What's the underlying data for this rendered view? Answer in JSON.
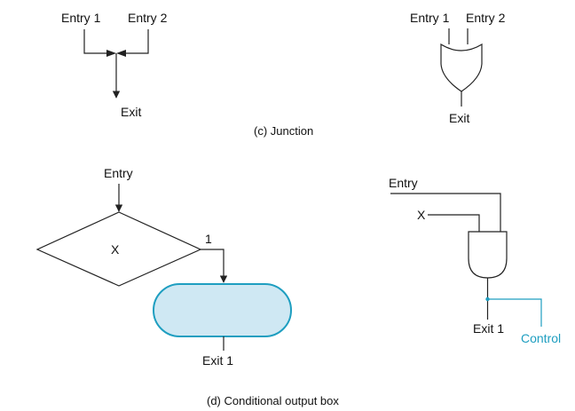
{
  "junction": {
    "flow_entry1": "Entry 1",
    "flow_entry2": "Entry 2",
    "flow_exit": "Exit",
    "gate_entry1": "Entry 1",
    "gate_entry2": "Entry 2",
    "gate_exit": "Exit",
    "caption": "(c) Junction"
  },
  "conditional": {
    "flow_entry": "Entry",
    "decision_label": "X",
    "branch_label": "1",
    "flow_exit": "Exit 1",
    "gate_entry": "Entry",
    "gate_x": "X",
    "gate_exit": "Exit 1",
    "control_label": "Control",
    "caption": "(d) Conditional output box"
  },
  "colors": {
    "line": "#222222",
    "accent": "#1e9ec0",
    "output_box_fill": "#cfe8f3",
    "output_box_stroke": "#1e9ec0"
  }
}
